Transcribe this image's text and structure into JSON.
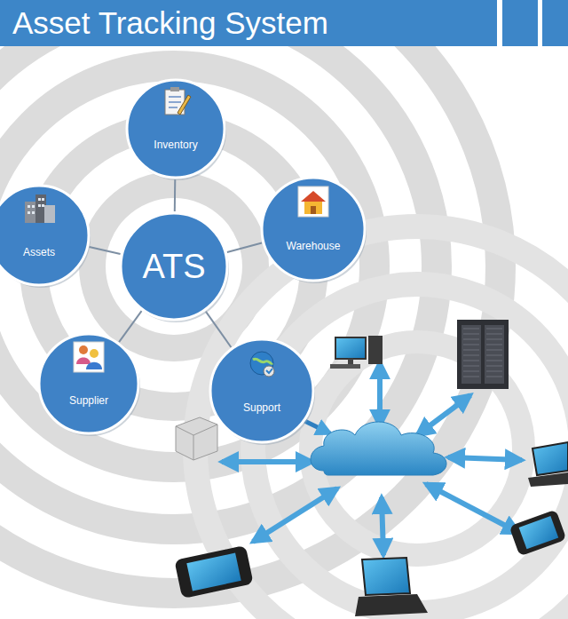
{
  "diagram": {
    "title": "Asset Tracking System",
    "nodes": [
      {
        "text": [
          "Inventory"
        ]
      },
      {
        "text": [
          "Assets"
        ]
      },
      {
        "text": [
          "ATS"
        ]
      },
      {
        "text": [
          "Warehouse"
        ]
      },
      {
        "text": [
          "Supplier"
        ]
      },
      {
        "text": [
          "Support"
        ]
      }
    ],
    "edges": [
      {
        "from": 2,
        "to": 0,
        "arrow": "none"
      },
      {
        "from": 2,
        "to": 1,
        "arrow": "none"
      },
      {
        "from": 2,
        "to": 3,
        "arrow": "none"
      },
      {
        "from": 2,
        "to": 4,
        "arrow": "none"
      },
      {
        "from": 2,
        "to": 5,
        "arrow": "none"
      }
    ]
  }
}
